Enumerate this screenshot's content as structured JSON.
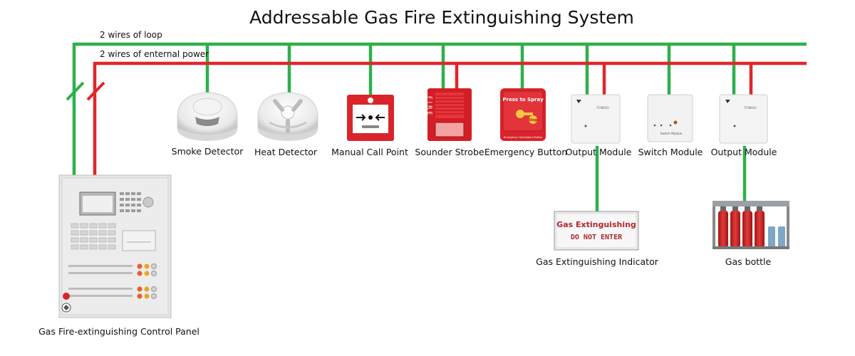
{
  "title": "Addressable Gas Fire Extinguishing System",
  "wires": {
    "loop_label": "2 wires of loop",
    "power_label": "2 wires of enternal power",
    "loop_color": "#2eb04a",
    "power_color": "#e0262b"
  },
  "devices": {
    "smoke_detector": "Smoke Detector",
    "heat_detector": "Heat Detector",
    "manual_call_point": "Manual Call Point",
    "sounder_strobe": "Sounder Strobe",
    "emergency_button": "Emergency Button",
    "output_module_1": "Output Module",
    "switch_module": "Switch Module",
    "output_module_2": "Output Module",
    "gas_indicator": "Gas Extinguishing Indicator",
    "gas_bottle": "Gas bottle",
    "control_panel": "Gas Fire-extinguishing Control Panel"
  },
  "device_text": {
    "sounder_word": "FIRE",
    "button_top": "Press to Spray",
    "button_stop": "Stop",
    "button_bottom": "Emergency Start/Abort Button",
    "module_brand": "TOMOO",
    "switch_module_caption": "Switch Module",
    "indicator_line1": "Gas Extinguishing",
    "indicator_line2": "DO NOT ENTER"
  }
}
